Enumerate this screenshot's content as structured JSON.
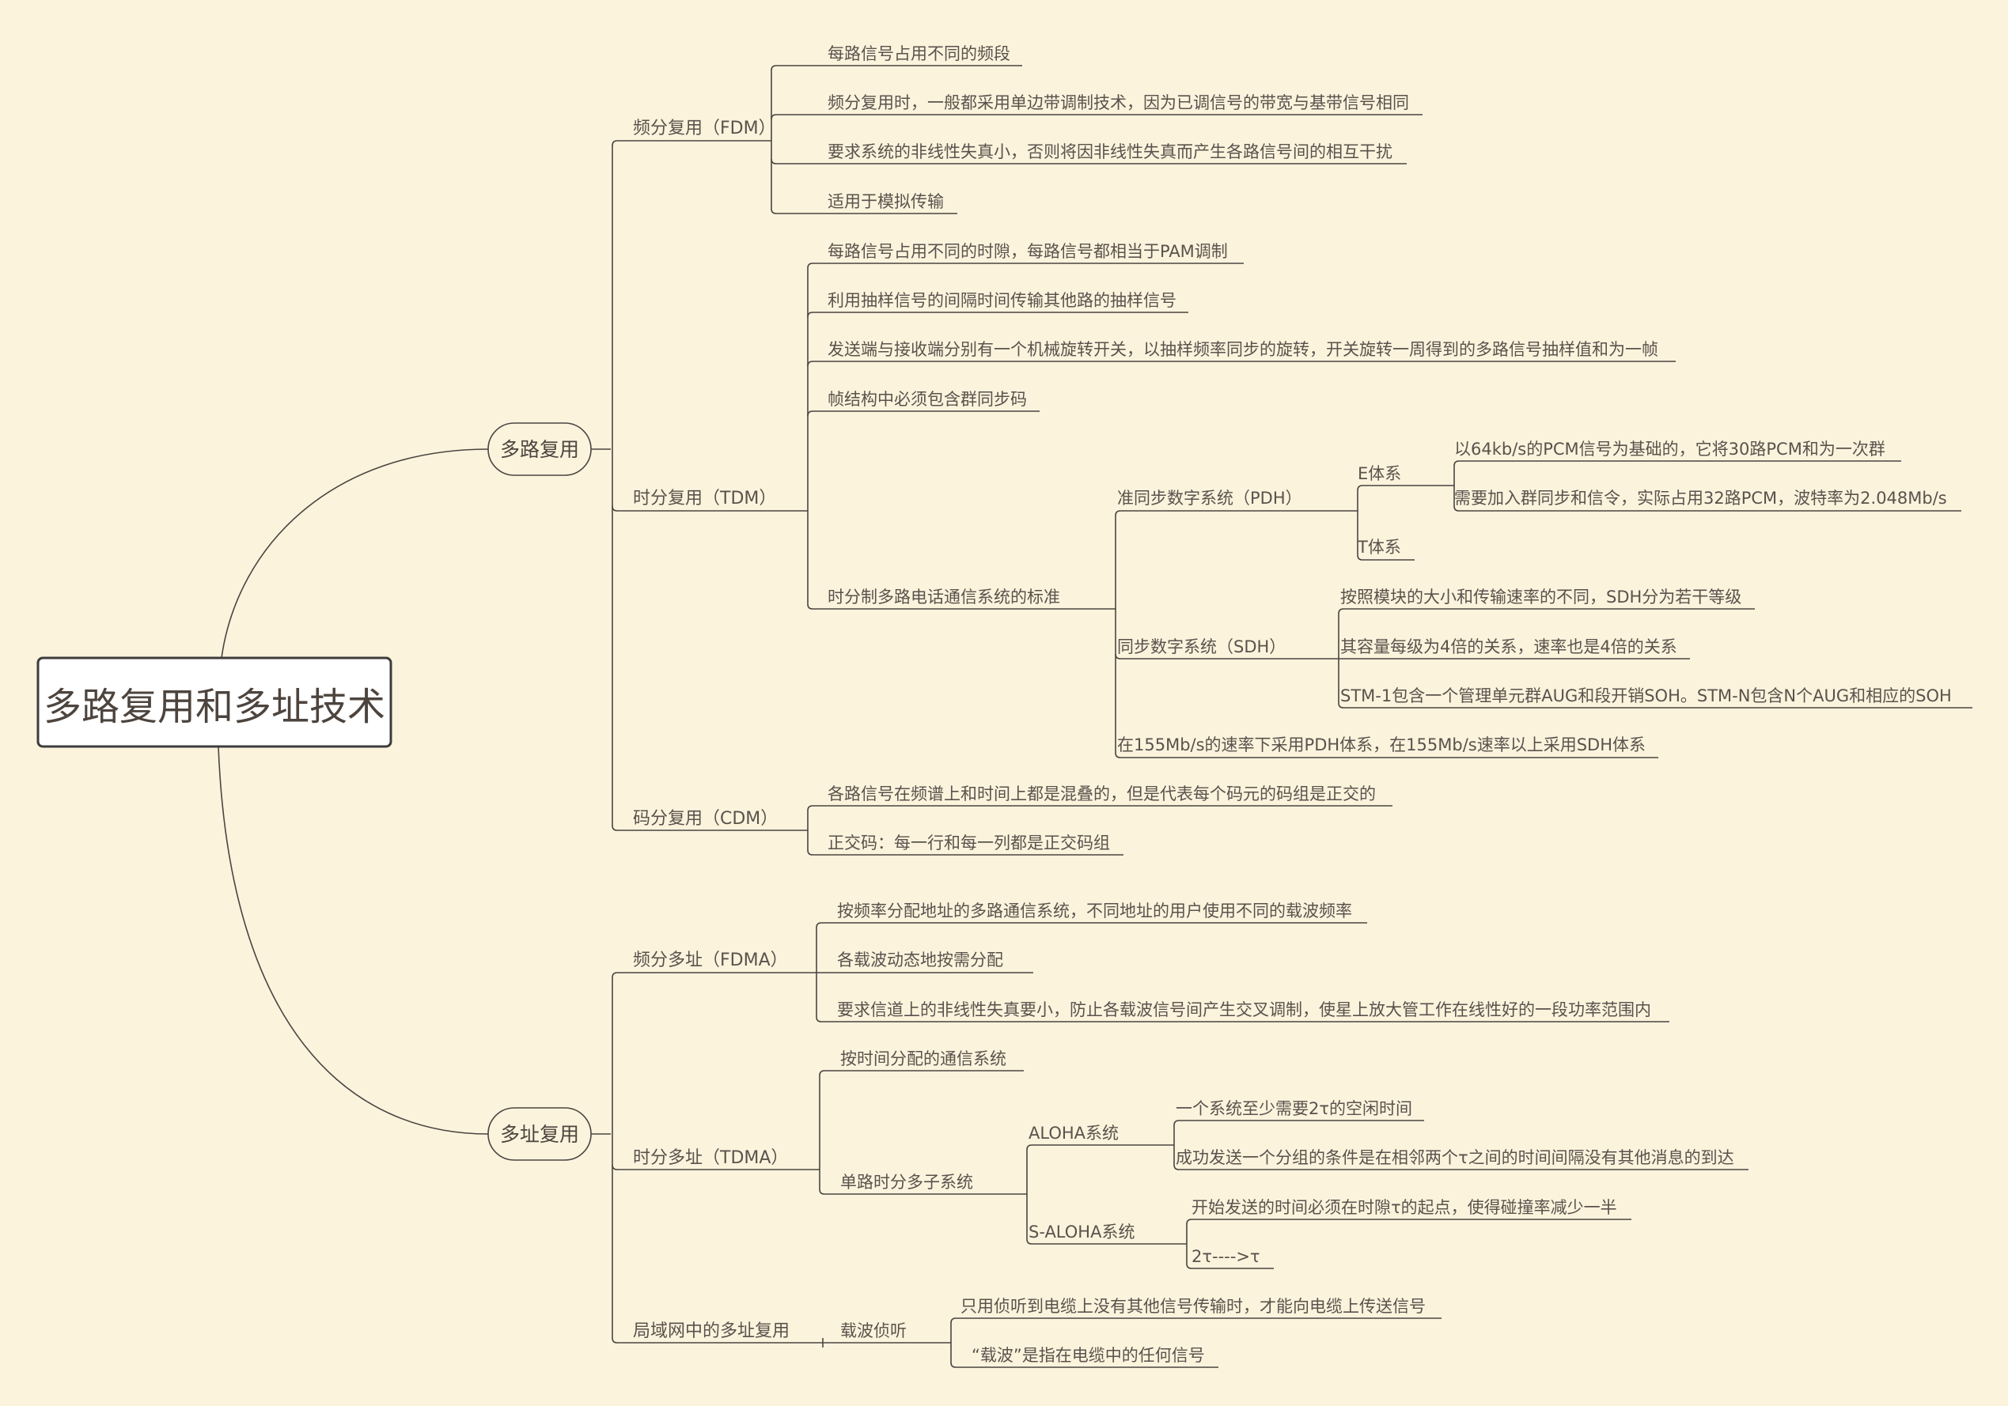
{
  "colors": {
    "background": "#fcf3dd",
    "line": "#4a4540",
    "text": "#5a524c",
    "root_border": "#3c3c3c",
    "root_fill": "#ffffff"
  },
  "mindmap": {
    "root": "多路复用和多址技术",
    "branches": [
      {
        "label": "多路复用",
        "children": [
          {
            "label": "频分复用（FDM）",
            "children": [
              {
                "label": "每路信号占用不同的频段"
              },
              {
                "label": "频分复用时，一般都采用单边带调制技术，因为已调信号的带宽与基带信号相同"
              },
              {
                "label": "要求系统的非线性失真小，否则将因非线性失真而产生各路信号间的相互干扰"
              },
              {
                "label": "适用于模拟传输"
              }
            ]
          },
          {
            "label": "时分复用（TDM）",
            "children": [
              {
                "label": "每路信号占用不同的时隙，每路信号都相当于PAM调制"
              },
              {
                "label": "利用抽样信号的间隔时间传输其他路的抽样信号"
              },
              {
                "label": "发送端与接收端分别有一个机械旋转开关，以抽样频率同步的旋转，开关旋转一周得到的多路信号抽样值和为一帧"
              },
              {
                "label": "帧结构中必须包含群同步码"
              },
              {
                "label": "时分制多路电话通信系统的标准",
                "children": [
                  {
                    "label": "准同步数字系统（PDH）",
                    "children": [
                      {
                        "label": "E体系",
                        "children": [
                          {
                            "label": "以64kb/s的PCM信号为基础的，它将30路PCM和为一次群"
                          },
                          {
                            "label": "需要加入群同步和信令，实际占用32路PCM，波特率为2.048Mb/s"
                          }
                        ]
                      },
                      {
                        "label": "T体系"
                      }
                    ]
                  },
                  {
                    "label": "同步数字系统（SDH）",
                    "children": [
                      {
                        "label": "按照模块的大小和传输速率的不同，SDH分为若干等级"
                      },
                      {
                        "label": "其容量每级为4倍的关系，速率也是4倍的关系"
                      },
                      {
                        "label": "STM-1包含一个管理单元群AUG和段开销SOH。STM-N包含N个AUG和相应的SOH"
                      }
                    ]
                  },
                  {
                    "label": "在155Mb/s的速率下采用PDH体系，在155Mb/s速率以上采用SDH体系"
                  }
                ]
              }
            ]
          },
          {
            "label": "码分复用（CDM）",
            "children": [
              {
                "label": "各路信号在频谱上和时间上都是混叠的，但是代表每个码元的码组是正交的"
              },
              {
                "label": "正交码：每一行和每一列都是正交码组"
              }
            ]
          }
        ]
      },
      {
        "label": "多址复用",
        "children": [
          {
            "label": "频分多址（FDMA）",
            "children": [
              {
                "label": "按频率分配地址的多路通信系统，不同地址的用户使用不同的载波频率"
              },
              {
                "label": "各载波动态地按需分配"
              },
              {
                "label": "要求信道上的非线性失真要小，防止各载波信号间产生交叉调制，使星上放大管工作在线性好的一段功率范围内"
              }
            ]
          },
          {
            "label": "时分多址（TDMA）",
            "children": [
              {
                "label": "按时间分配的通信系统"
              },
              {
                "label": "单路时分多子系统",
                "children": [
                  {
                    "label": "ALOHA系统",
                    "children": [
                      {
                        "label": "一个系统至少需要2τ的空闲时间"
                      },
                      {
                        "label": "成功发送一个分组的条件是在相邻两个τ之间的时间间隔没有其他消息的到达"
                      }
                    ]
                  },
                  {
                    "label": "S-ALOHA系统",
                    "children": [
                      {
                        "label": "开始发送的时间必须在时隙τ的起点，使得碰撞率减少一半"
                      },
                      {
                        "label": "2τ---->τ"
                      }
                    ]
                  }
                ]
              }
            ]
          },
          {
            "label": "局域网中的多址复用",
            "children": [
              {
                "label": "载波侦听",
                "children": [
                  {
                    "label": "只用侦听到电缆上没有其他信号传输时，才能向电缆上传送信号"
                  },
                  {
                    "label": "“载波”是指在电缆中的任何信号"
                  }
                ]
              }
            ]
          }
        ]
      }
    ]
  }
}
